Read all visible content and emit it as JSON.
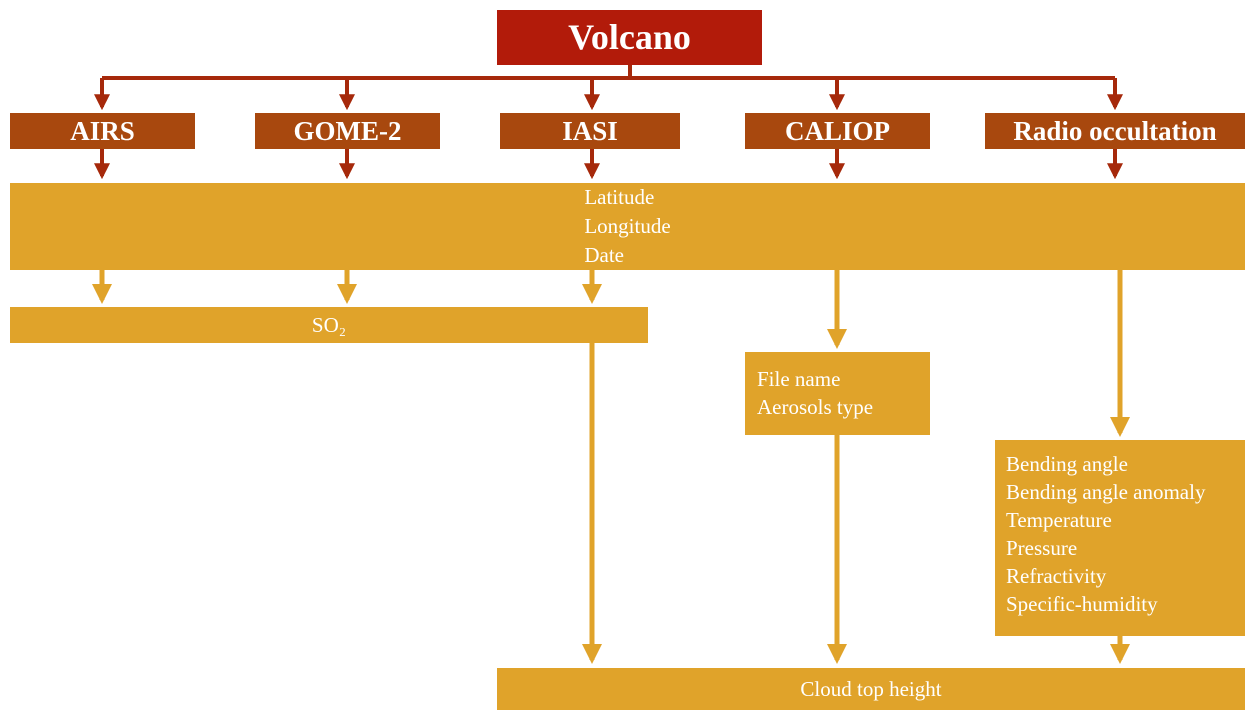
{
  "colors": {
    "volcano_red": "#B21B0A",
    "sensor_brown": "#A8480E",
    "arrow_red": "#A6290B",
    "gold": "#E0A32A",
    "text_white": "#FFFFFF",
    "background": "#FFFFFF"
  },
  "root": {
    "label": "Volcano"
  },
  "sensors": [
    {
      "label": "AIRS"
    },
    {
      "label": "GOME-2"
    },
    {
      "label": "IASI"
    },
    {
      "label": "CALIOP"
    },
    {
      "label": "Radio occultation"
    }
  ],
  "shared_fields": {
    "lines": [
      "Latitude",
      "Longitude",
      "Date"
    ]
  },
  "so2_box": {
    "label": "SO₂"
  },
  "caliop_box": {
    "lines": [
      "File name",
      "Aerosols type"
    ]
  },
  "radio_box": {
    "lines": [
      "Bending angle",
      "Bending angle anomaly",
      "Temperature",
      "Pressure",
      "Refractivity",
      "Specific-humidity"
    ]
  },
  "output_box": {
    "label": "Cloud top height"
  }
}
